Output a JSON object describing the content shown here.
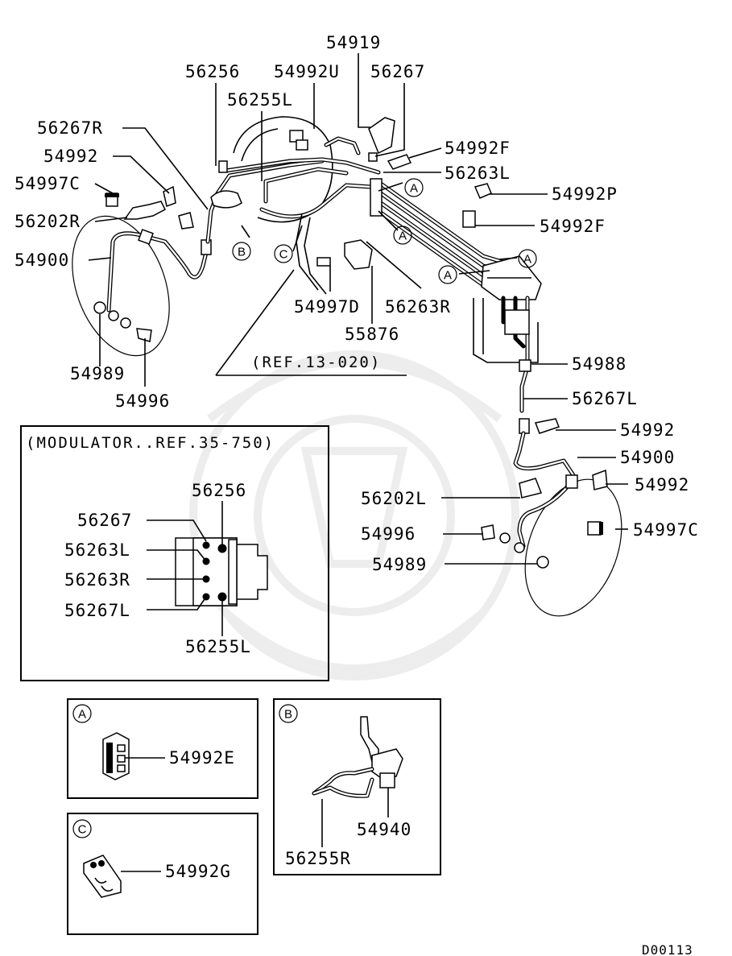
{
  "diagram_code": "D00113",
  "reference_note": "(REF.13-020)",
  "callout_letters": {
    "a": "A",
    "b": "B",
    "c": "C"
  },
  "main_labels": {
    "p54919": "54919",
    "p56256_top": "56256",
    "p54992U": "54992U",
    "p56267_top": "56267",
    "p56255L_top": "56255L",
    "p56267R": "56267R",
    "p54992_left": "54992",
    "p54997C_left": "54997C",
    "p56202R": "56202R",
    "p54900_left": "54900",
    "p54989_left": "54989",
    "p54996_left": "54996",
    "p54997D": "54997D",
    "p56263R_top": "56263R",
    "p55876": "55876",
    "p54992F_top": "54992F",
    "p56263L_top": "56263L",
    "p54992P": "54992P",
    "p54992F_mid": "54992F",
    "p54988": "54988",
    "p56267L_right": "56267L",
    "p54992_right1": "54992",
    "p54900_right": "54900",
    "p54992_right2": "54992",
    "p56202L": "56202L",
    "p54996_right": "54996",
    "p54997C_right": "54997C",
    "p54989_right": "54989"
  },
  "modulator_box": {
    "title": "(MODULATOR..REF.35-750)",
    "labels": {
      "p56256": "56256",
      "p56267": "56267",
      "p56263L": "56263L",
      "p56263R": "56263R",
      "p56267L": "56267L",
      "p56255L": "56255L"
    }
  },
  "detail_a": {
    "letter": "A",
    "part": "54992E"
  },
  "detail_b": {
    "letter": "B",
    "part1": "54940",
    "part2": "56255R"
  },
  "detail_c": {
    "letter": "C",
    "part": "54992G"
  }
}
